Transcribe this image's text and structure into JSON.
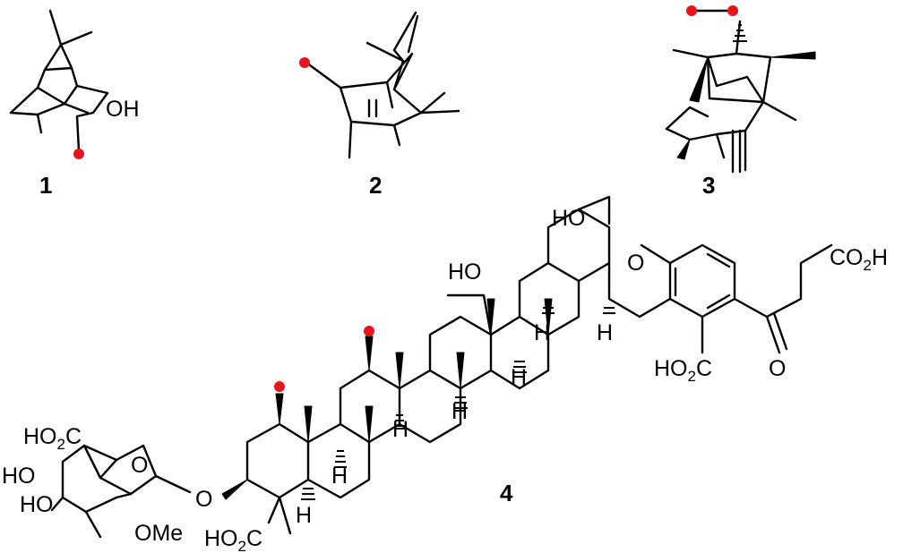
{
  "compounds": {
    "c1": {
      "number": "1",
      "label_oh": "OH"
    },
    "c2": {
      "number": "2"
    },
    "c3": {
      "number": "3"
    },
    "c4": {
      "number": "4",
      "label_ho_top": "HO",
      "label_ho_mid": "HO",
      "label_o_ring": "O",
      "label_co2h": "CO",
      "label_co2h_sub": "2",
      "label_co2h_h": "H",
      "label_ketone_o": "O",
      "label_ho2c_aryl": "HO",
      "label_ho2c_aryl_sub": "2",
      "label_ho2c_aryl_c": "C",
      "label_h": "H",
      "label_ho2c_sugar": "HO",
      "label_ho2c_sugar_sub": "2",
      "label_ho2c_sugar_c": "C",
      "label_ring_o": "O",
      "label_ho_sugar1": "HO",
      "label_ho_sugar2": "HO",
      "label_glyc_o": "O",
      "label_ome": "OMe",
      "label_ho2c_bottom": "HO",
      "label_ho2c_bottom_sub": "2",
      "label_ho2c_bottom_c": "C"
    }
  },
  "colors": {
    "bond": "#000000",
    "highlight_dot": "#e8141c"
  }
}
